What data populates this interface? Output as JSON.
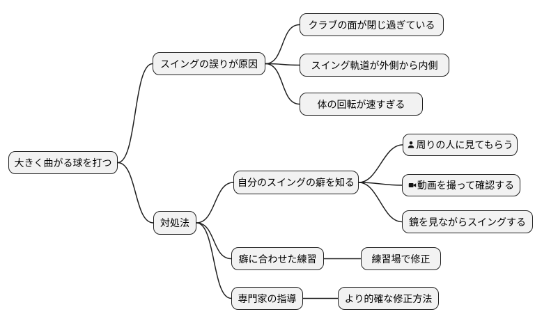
{
  "diagram": {
    "type": "mindmap",
    "topic": "golf-slice-causes-and-remedies",
    "colors": {
      "background": "#ffffff",
      "node_fill": "#f2f2f2",
      "node_border": "#1f1f1f",
      "text": "#000000",
      "connector": "#1f1f1f"
    }
  },
  "nodes": {
    "root": {
      "label": "大きく曲がる球を打つ"
    },
    "cause": {
      "label": "スイングの誤りが原因"
    },
    "cause_1": {
      "label": "クラブの面が閉じ過ぎている"
    },
    "cause_2": {
      "label": "スイング軌道が外側から内側"
    },
    "cause_3": {
      "label": "体の回転が速すぎる"
    },
    "remedy": {
      "label": "対処法"
    },
    "know_habit": {
      "label": "自分のスイングの癖を知る"
    },
    "ask_others": {
      "label": "周りの人に見てもらう",
      "icon": "user-icon"
    },
    "record_video": {
      "label": "動画を撮って確認する",
      "icon": "video-camera-icon"
    },
    "mirror": {
      "label": "鏡を見ながらスイングする"
    },
    "practice": {
      "label": "癖に合わせた練習"
    },
    "practice_fix": {
      "label": "練習場で修正"
    },
    "expert": {
      "label": "専門家の指導"
    },
    "expert_fix": {
      "label": "より的確な修正方法"
    }
  },
  "hierarchy": {
    "大きく曲がる球を打つ": {
      "スイングの誤りが原因": [
        "クラブの面が閉じ過ぎている",
        "スイング軌道が外側から内側",
        "体の回転が速すぎる"
      ],
      "対処法": {
        "自分のスイングの癖を知る": [
          "周りの人に見てもらう",
          "動画を撮って確認する",
          "鏡を見ながらスイングする"
        ],
        "癖に合わせた練習": [
          "練習場で修正"
        ],
        "専門家の指導": [
          "より的確な修正方法"
        ]
      }
    }
  }
}
